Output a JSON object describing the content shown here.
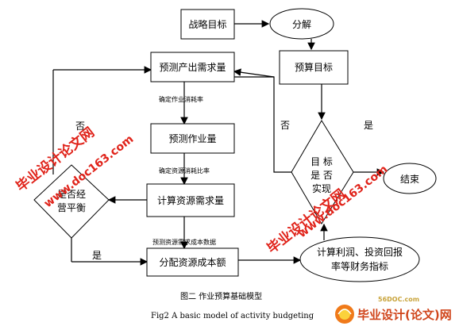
{
  "nodes": {
    "strategic_goal": "战略目标",
    "decompose": "分解",
    "budget_target": "预算目标",
    "forecast_demand": "预测产出需求量",
    "forecast_work": "预测作业量",
    "calc_resource": "计算资源需求量",
    "allocate_cost": "分配资源成本额",
    "profit_metrics_line1": "计算利润、投资回报",
    "profit_metrics_line2": "率等财务指标",
    "target_check_line1": "目 标",
    "target_check_line2": "是 否",
    "target_check_line3": "实现",
    "balance_check_line1": "是否经",
    "balance_check_line2": "营平衡",
    "end": "结束"
  },
  "edge_labels": {
    "determine_consumption_rate": "确定作业消耗率",
    "determine_resource_ratio": "确定资源消耗比率",
    "forecast_resource_cost": "预测资源需求成本数据",
    "no_left": "否",
    "no_mid": "否",
    "yes_right": "是",
    "yes_bottom": "是"
  },
  "watermarks": {
    "site_cn": "毕业设计论文网",
    "site_url": "www.doc163.com"
  },
  "captions": {
    "cn": "图二   作业预算基础模型",
    "en": "Fig2      A basic model of activity budgeting"
  },
  "branding": {
    "small_site": "56DOC.com",
    "logo_text": "毕业设计(论文)网"
  },
  "colors": {
    "watermark": "#e0231a",
    "logo_orange": "#f07a1a"
  }
}
